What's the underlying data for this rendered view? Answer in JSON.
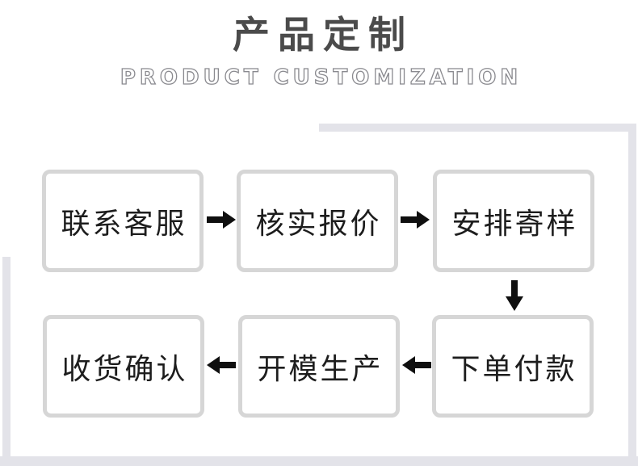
{
  "header": {
    "title": "产品定制",
    "subtitle": "PRODUCT CUSTOMIZATION"
  },
  "flow": {
    "row1": [
      {
        "label": "联系客服"
      },
      {
        "label": "核实报价"
      },
      {
        "label": "安排寄样"
      }
    ],
    "row2": [
      {
        "label": "收货确认"
      },
      {
        "label": "开模生产"
      },
      {
        "label": "下单付款"
      }
    ],
    "arrows": [
      {
        "id": "arrow-right-1",
        "direction": "right",
        "from": "联系客服",
        "to": "核实报价"
      },
      {
        "id": "arrow-right-2",
        "direction": "right",
        "from": "核实报价",
        "to": "安排寄样"
      },
      {
        "id": "arrow-down-1",
        "direction": "down",
        "from": "安排寄样",
        "to": "下单付款"
      },
      {
        "id": "arrow-left-1",
        "direction": "left",
        "from": "下单付款",
        "to": "开模生产"
      },
      {
        "id": "arrow-left-2",
        "direction": "left",
        "from": "开模生产",
        "to": "收货确认"
      }
    ]
  },
  "colors": {
    "title": "#4b4b4b",
    "subtitle": "#8a8a8f",
    "box_border": "#d6d6d6",
    "box_text": "#1d1d1d",
    "deco_line": "#e3e3e9",
    "arrow": "#0f0f0f"
  }
}
